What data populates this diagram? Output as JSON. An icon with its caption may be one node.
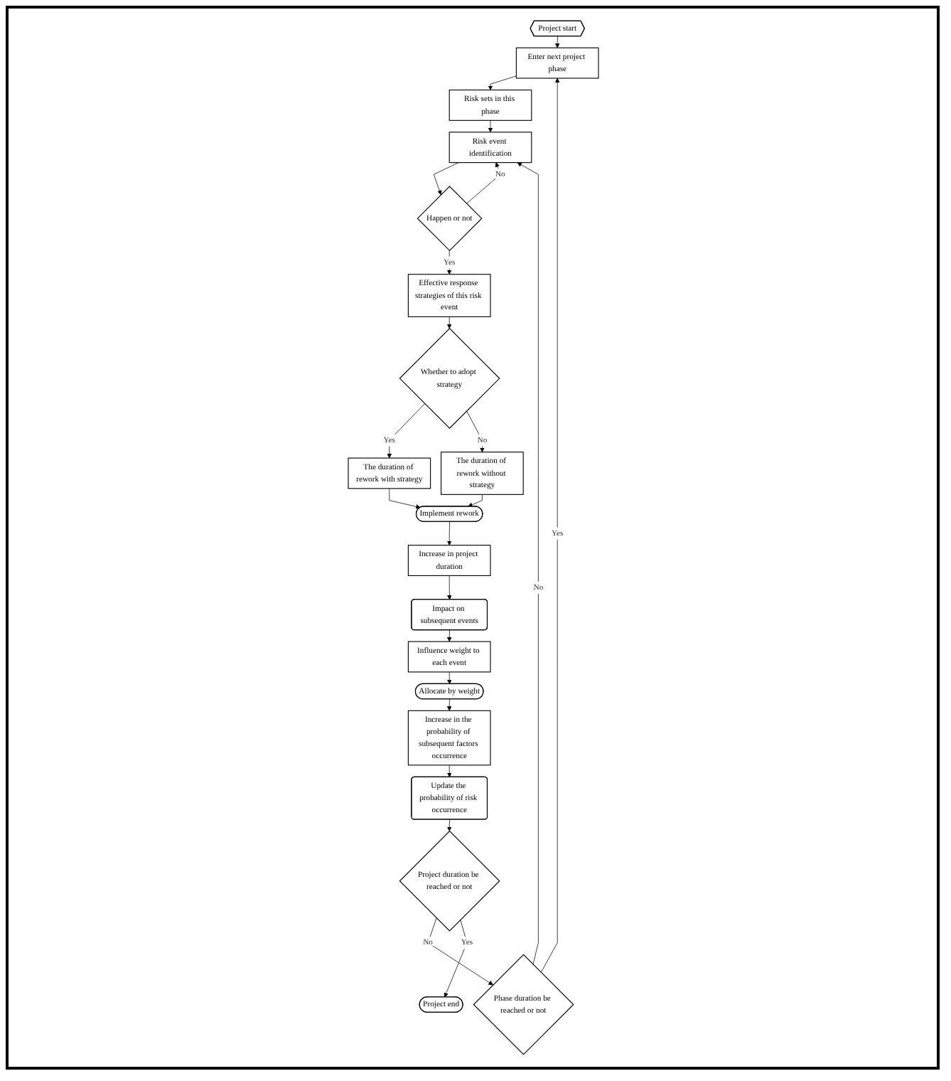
{
  "diagram": {
    "nodes": [
      {
        "text": [
          "Project start"
        ]
      },
      {
        "text": [
          "Enter next project phase"
        ]
      },
      {
        "text": [
          "Risk sets in this phase"
        ]
      },
      {
        "text": [
          "Risk event identification"
        ]
      },
      {
        "text": [
          "Happen or not"
        ]
      },
      {
        "text": [
          "Effective response strategies of this risk event"
        ]
      },
      {
        "text": [
          "Whether to adopt strategy"
        ]
      },
      {
        "text": [
          "The duration of rework with strategy"
        ]
      },
      {
        "text": [
          "The duration of rework without strategy"
        ]
      },
      {
        "text": [
          "Implement rework"
        ]
      },
      {
        "text": [
          "Increase in project duration"
        ]
      },
      {
        "text": [
          "Impact on subsequent events"
        ]
      },
      {
        "text": [
          "Influence weight to each event"
        ]
      },
      {
        "text": [
          "Allocate by weight"
        ]
      },
      {
        "text": [
          "Increase in the probability of subsequent factors occurrence"
        ]
      },
      {
        "text": [
          "Update the probability of risk occurrence"
        ]
      },
      {
        "text": [
          "Project duration be reached or not"
        ]
      },
      {
        "text": [
          "Phase duration be reached or not"
        ]
      },
      {
        "text": [
          "Project end"
        ]
      }
    ],
    "edges": [
      {
        "from": 0,
        "to": 1,
        "arrow": "to"
      },
      {
        "from": 1,
        "to": 2,
        "arrow": "to"
      },
      {
        "from": 2,
        "to": 3,
        "arrow": "to"
      },
      {
        "from": 3,
        "to": 4,
        "arrow": "to"
      },
      {
        "from": 4,
        "to": 3,
        "arrow": "to",
        "label": "No"
      },
      {
        "from": 4,
        "to": 5,
        "arrow": "to",
        "label": "Yes"
      },
      {
        "from": 5,
        "to": 6,
        "arrow": "to"
      },
      {
        "from": 6,
        "to": 7,
        "arrow": "to",
        "label": "Yes"
      },
      {
        "from": 6,
        "to": 8,
        "arrow": "to",
        "label": "No"
      },
      {
        "from": 7,
        "to": 9,
        "arrow": "to"
      },
      {
        "from": 8,
        "to": 9,
        "arrow": "to"
      },
      {
        "from": 9,
        "to": 10,
        "arrow": "to"
      },
      {
        "from": 10,
        "to": 11,
        "arrow": "to"
      },
      {
        "from": 11,
        "to": 12,
        "arrow": "to"
      },
      {
        "from": 12,
        "to": 13,
        "arrow": "to"
      },
      {
        "from": 13,
        "to": 14,
        "arrow": "to"
      },
      {
        "from": 14,
        "to": 15,
        "arrow": "to"
      },
      {
        "from": 15,
        "to": 16,
        "arrow": "to"
      },
      {
        "from": 16,
        "to": 17,
        "arrow": "to",
        "label": "No"
      },
      {
        "from": 16,
        "to": 18,
        "arrow": "to",
        "label": "Yes"
      },
      {
        "from": 17,
        "to": 3,
        "arrow": "to",
        "label": "No"
      },
      {
        "from": 17,
        "to": 1,
        "arrow": "to",
        "label": "Yes"
      }
    ]
  }
}
